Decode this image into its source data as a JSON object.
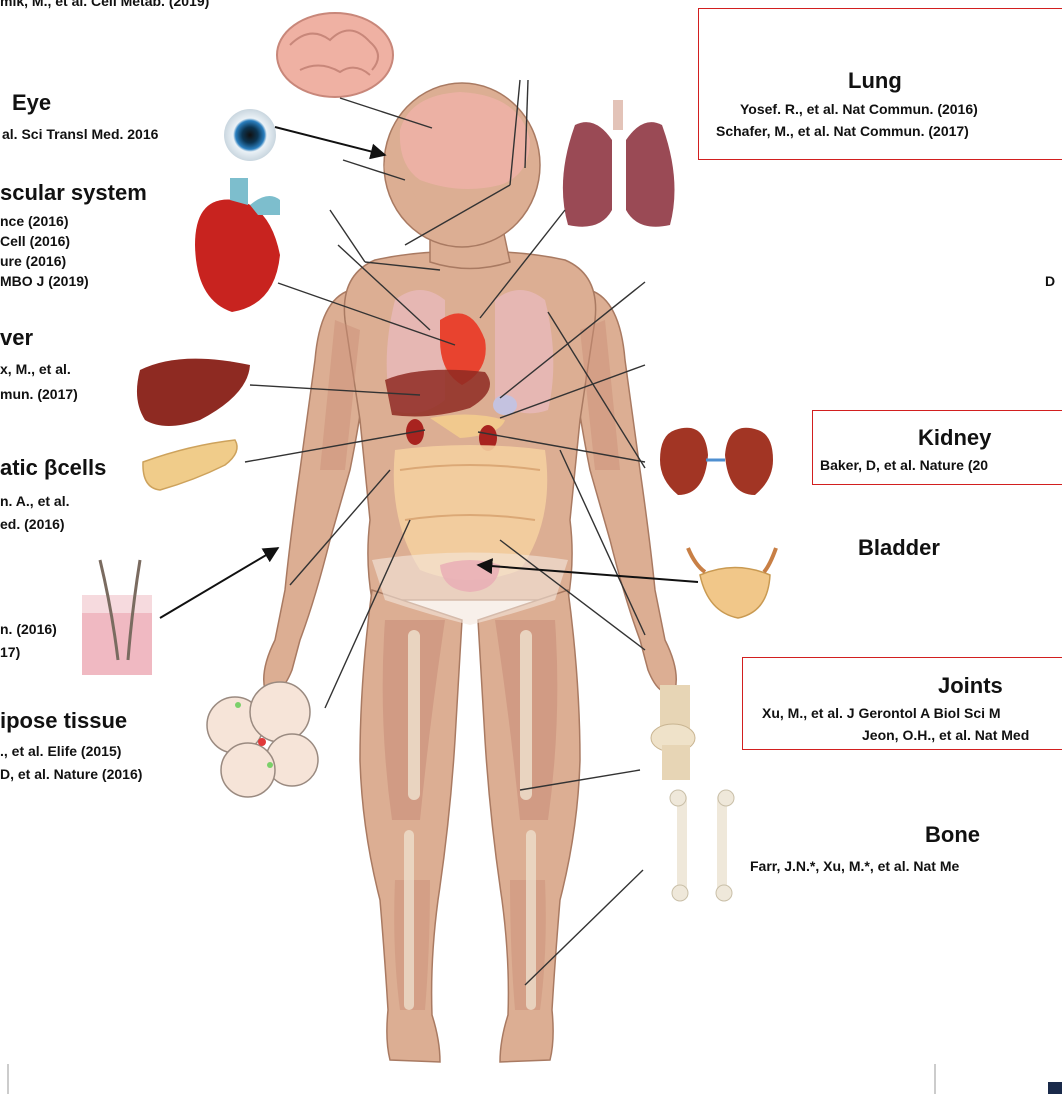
{
  "top_ref": "mik, M., et al. Cell Metab. (2019)",
  "left": {
    "eye": {
      "title": "Eye",
      "refs": [
        "al. Sci Transl Med. 2016"
      ]
    },
    "cardio": {
      "title": "scular system",
      "refs": [
        "nce (2016)",
        "Cell (2016)",
        "ure (2016)",
        "MBO J (2019)"
      ]
    },
    "liver": {
      "title": "ver",
      "refs": [
        "x, M., et al.",
        "mun. (2017)"
      ]
    },
    "pancreas": {
      "title": "atic βcells",
      "refs": [
        "n. A., et al.",
        "ed. (2016)"
      ]
    },
    "skin": {
      "refs": [
        "n. (2016)",
        "17)"
      ]
    },
    "adipose": {
      "title": "ipose tissue",
      "refs": [
        "., et al. Elife (2015)",
        "D, et al. Nature (2016)"
      ]
    }
  },
  "right": {
    "lung": {
      "title": "Lung",
      "refs": [
        "Yosef. R., et al. Nat Commun. (2016)",
        "Schafer, M., et al. Nat Commun. (2017)"
      ]
    },
    "fragment": "D",
    "kidney": {
      "title": "Kidney",
      "refs": [
        "Baker, D, et al. Nature (20"
      ]
    },
    "bladder": {
      "title": "Bladder"
    },
    "joints": {
      "title": "Joints",
      "refs": [
        "Xu, M., et al. J Gerontol A Biol Sci M",
        "Jeon, O.H., et al. Nat Med"
      ]
    },
    "bone": {
      "title": "Bone",
      "refs": [
        "Farr, J.N.*, Xu, M.*, et al. Nat Me"
      ]
    }
  },
  "colors": {
    "box_border": "#d21f1f",
    "skin": "#dcae93",
    "muscle": "#c98d78",
    "organ_red": "#c8312c",
    "lung_pink": "#e8b8b8",
    "liver": "#8e2a22",
    "intestine": "#f4cfa0"
  }
}
